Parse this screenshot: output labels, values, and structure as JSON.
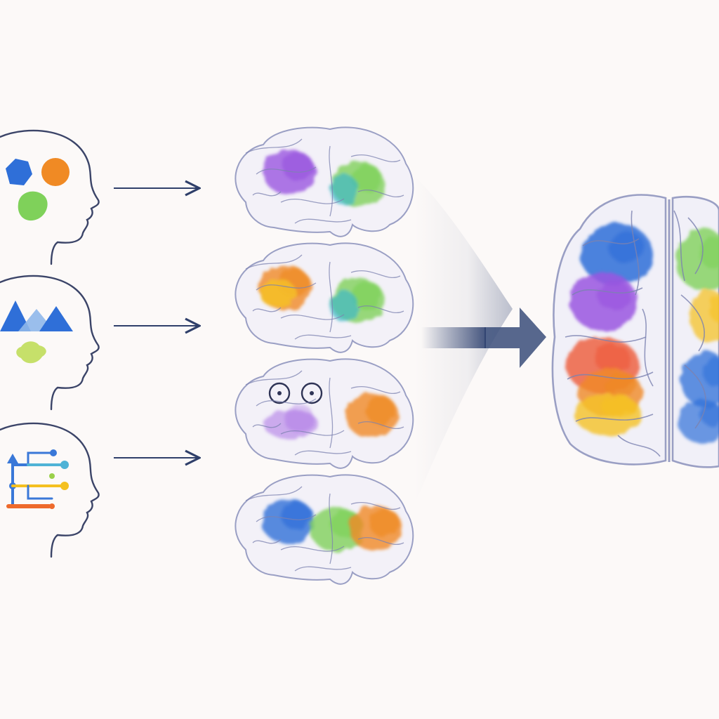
{
  "diagram": {
    "colors": {
      "background": "#fcf9f8",
      "outline": "#3b4468",
      "brain_outline": "#9a9fc4",
      "fold": "#7c82b0",
      "blue": "#2f6fd8",
      "orange": "#f08a24",
      "green": "#7fd15a",
      "purple": "#9a55e0",
      "yellow": "#f5c226",
      "red": "#ee5a3a",
      "teal": "#3fb8c8",
      "funnel": "#2c3f6e"
    },
    "inputs": [
      {
        "id": "shapes",
        "icons": [
          "blue-pentagon-icon",
          "orange-circle-icon",
          "green-blob-icon"
        ]
      },
      {
        "id": "landscape",
        "icons": [
          "blue-triangles-icon",
          "lime-blob-icon"
        ]
      },
      {
        "id": "sequence",
        "icons": [
          "branching-lines-icon"
        ]
      }
    ],
    "brains": [
      {
        "id": "brain-1",
        "regions": [
          "purple",
          "green"
        ]
      },
      {
        "id": "brain-2",
        "regions": [
          "orange",
          "green"
        ]
      },
      {
        "id": "brain-3",
        "regions": [
          "eyes",
          "purple",
          "orange"
        ]
      },
      {
        "id": "brain-4",
        "regions": [
          "blue",
          "green",
          "orange"
        ]
      }
    ],
    "output": {
      "id": "integrated-brain",
      "view": "top-down"
    }
  }
}
